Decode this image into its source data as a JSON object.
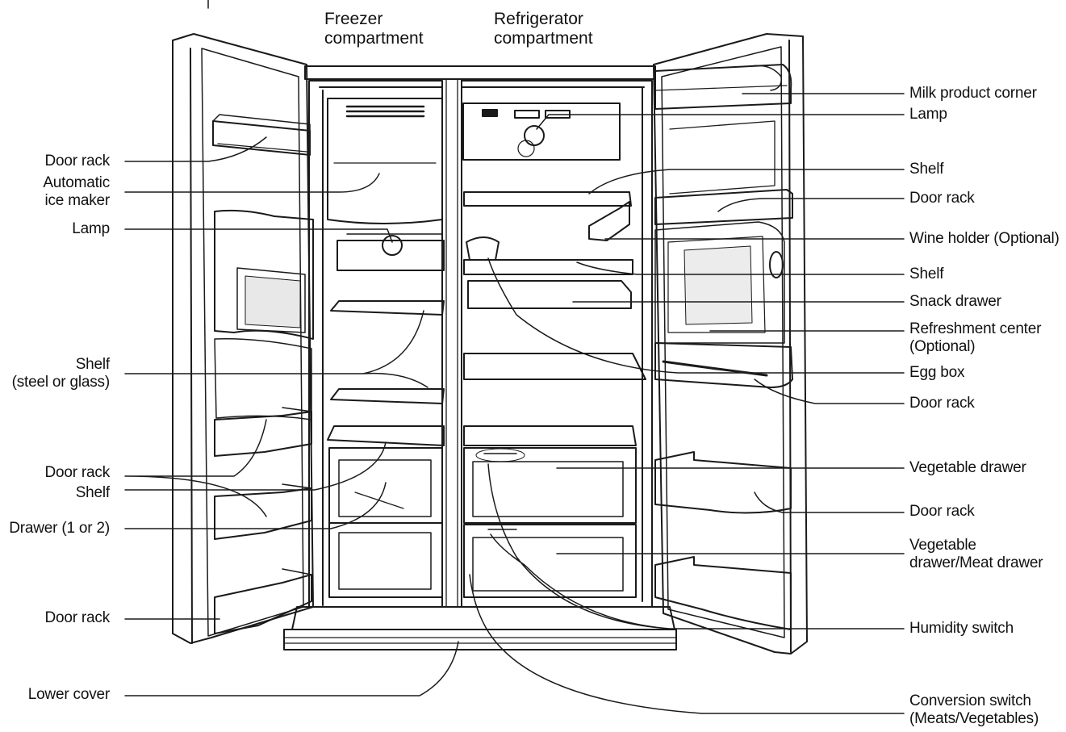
{
  "headers": {
    "freezer_line1": "Freezer",
    "freezer_line2": "compartment",
    "fridge_line1": "Refrigerator",
    "fridge_line2": "compartment"
  },
  "left_labels": {
    "door_rack_1": "Door rack",
    "ice_maker_1": "Automatic",
    "ice_maker_2": "ice maker",
    "lamp": "Lamp",
    "shelf_1": "Shelf",
    "shelf_2": "(steel or glass)",
    "door_rack_2": "Door rack",
    "shelf_b": "Shelf",
    "drawer": "Drawer (1 or 2)",
    "door_rack_3": "Door rack",
    "lower_cover": "Lower cover"
  },
  "right_labels": {
    "milk_corner": "Milk product corner",
    "lamp": "Lamp",
    "shelf_1": "Shelf",
    "door_rack_1": "Door rack",
    "wine_holder": "Wine holder (Optional)",
    "shelf_2": "Shelf",
    "snack_drawer": "Snack drawer",
    "refresh_1": "Refreshment center",
    "refresh_2": "(Optional)",
    "egg_box": "Egg box",
    "door_rack_2": "Door rack",
    "veg_drawer": "Vegetable drawer",
    "door_rack_3": "Door rack",
    "veg_meat_1": "Vegetable",
    "veg_meat_2": "drawer/Meat drawer",
    "humidity": "Humidity switch",
    "conversion_1": "Conversion switch",
    "conversion_2": "(Meats/Vegetables)"
  }
}
